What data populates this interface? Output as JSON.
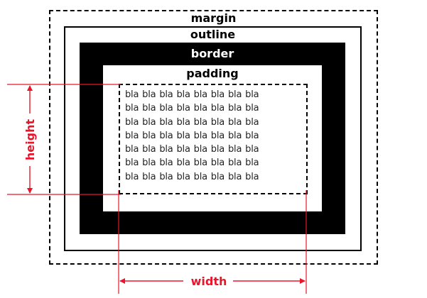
{
  "layers": {
    "margin": "margin",
    "outline": "outline",
    "border": "border",
    "padding": "padding"
  },
  "content": {
    "word": "bla",
    "lines": [
      "bla bla bla bla bla bla bla bla",
      "bla bla bla bla bla bla bla bla",
      "bla bla bla bla bla bla bla bla",
      "bla bla bla bla bla bla bla bla",
      "bla bla bla bla bla bla bla bla",
      "bla bla bla bla bla bla bla bla",
      "bla bla bla bla bla bla bla bla"
    ]
  },
  "dimensions": {
    "height_label": "height",
    "width_label": "width"
  },
  "colors": {
    "annotation": "#e8162b",
    "border_fill": "#000000",
    "background": "#ffffff"
  }
}
